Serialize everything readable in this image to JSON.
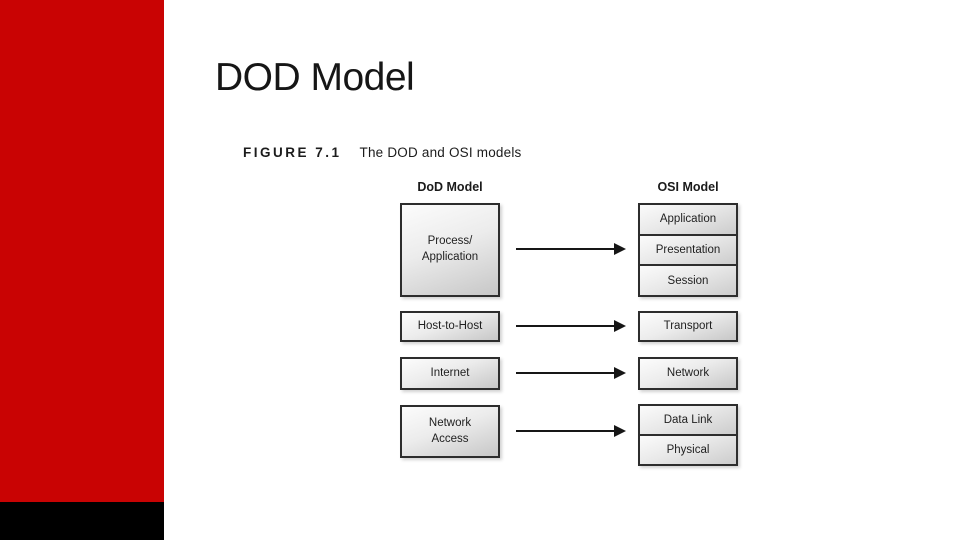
{
  "slide": {
    "title": "DOD Model"
  },
  "colors": {
    "accent_red": "#C90303",
    "footer_black": "#000000",
    "box_border": "#2D2D2D",
    "box_fill_light": "#FCFCFC",
    "box_fill_dark": "#C7C7C7"
  },
  "figure": {
    "label": "FIGURE 7.1",
    "caption": "The DOD and OSI models",
    "dod": {
      "header": "DoD Model",
      "layers": {
        "process_application": "Process/\nApplication",
        "host_to_host": "Host-to-Host",
        "internet": "Internet",
        "network_access": "Network\nAccess"
      }
    },
    "osi": {
      "header": "OSI Model",
      "layers": {
        "application": "Application",
        "presentation": "Presentation",
        "session": "Session",
        "transport": "Transport",
        "network": "Network",
        "data_link": "Data Link",
        "physical": "Physical"
      }
    }
  }
}
